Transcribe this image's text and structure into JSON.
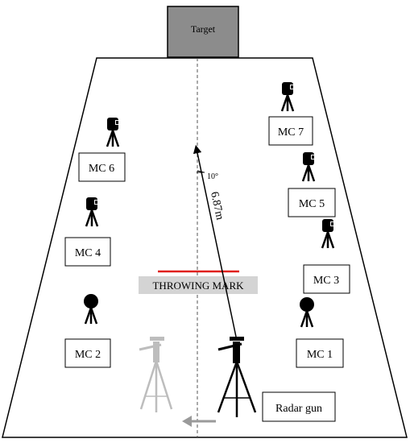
{
  "target": {
    "label": "Target"
  },
  "throwing_mark": {
    "label": "THROWING MARK",
    "line_color": "#e0201c",
    "band_color": "#d4d4d4"
  },
  "measurements": {
    "distance": "6.87m",
    "angle": "10°"
  },
  "cameras": [
    {
      "id": "mc1",
      "label": "MC 1"
    },
    {
      "id": "mc2",
      "label": "MC 2"
    },
    {
      "id": "mc3",
      "label": "MC 3"
    },
    {
      "id": "mc4",
      "label": "MC 4"
    },
    {
      "id": "mc5",
      "label": "MC 5"
    },
    {
      "id": "mc6",
      "label": "MC 6"
    },
    {
      "id": "mc7",
      "label": "MC 7"
    }
  ],
  "radar_gun": {
    "label": "Radar gun"
  },
  "colors": {
    "target_fill": "#8c8c8c",
    "tripod_ghost": "#bdbdbd",
    "ink": "#000000",
    "arrow_ghost": "#9a9a9a"
  }
}
